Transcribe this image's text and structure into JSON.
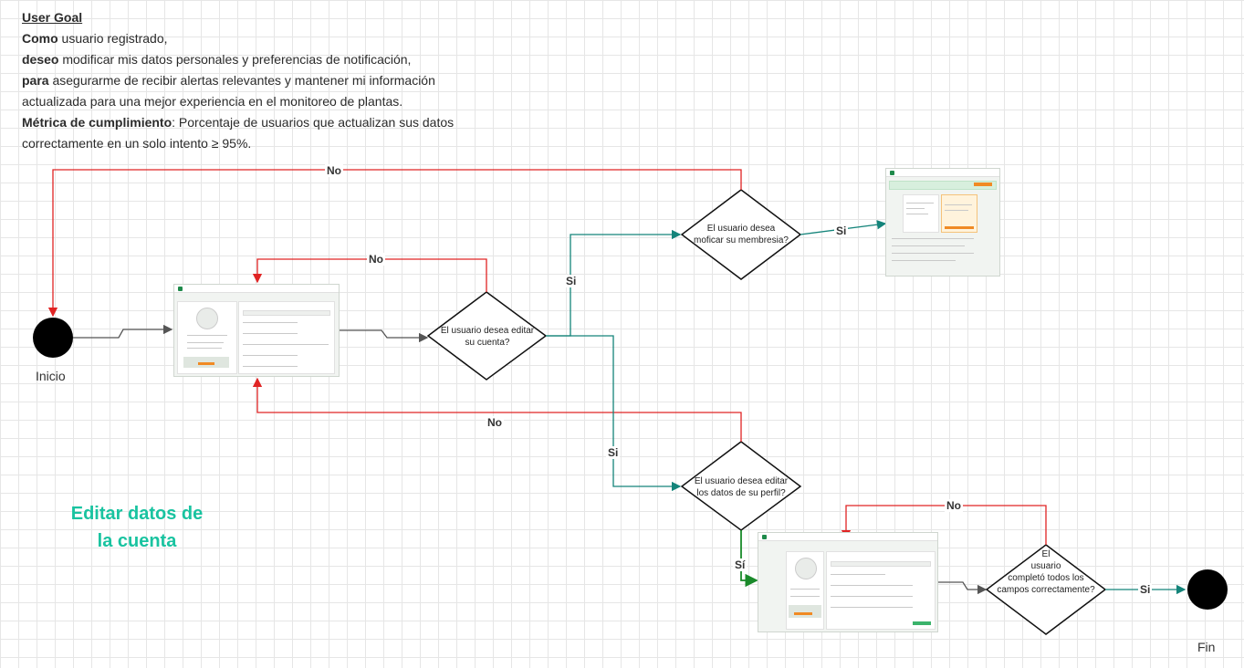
{
  "user_goal": {
    "title": "User Goal",
    "l1_bold": "Como",
    "l1": " usuario registrado,",
    "l2_bold": "deseo",
    "l2": " modificar mis datos personales y preferencias de notificación,",
    "l3_bold": "para",
    "l3": " asegurarme de recibir alertas relevantes y mantener mi información",
    "l4": "actualizada para una mejor experiencia en el monitoreo de plantas.",
    "l5_bold": "Métrica de cumplimiento",
    "l5": ": Porcentaje de usuarios que actualizan sus datos",
    "l6": "correctamente en un solo intento ≥ 95%."
  },
  "section_title_1": "Editar datos de",
  "section_title_2": "la cuenta",
  "terminals": {
    "start": "Inicio",
    "end": "Fin"
  },
  "decisions": {
    "d1_l1": "El usuario desea editar",
    "d1_l2": "su cuenta?",
    "d2_l1": "El usuario desea",
    "d2_l2": "moficar su membresia?",
    "d3_l1": "El usuario desea editar",
    "d3_l2": "los datos de su perfil?",
    "d4_l1": "El",
    "d4_l2": "usuario",
    "d4_l3": "completó todos los",
    "d4_l4": "campos correctamente?"
  },
  "edge_labels": {
    "no": "No",
    "si": "Si",
    "si_accent": "Sí"
  },
  "colors": {
    "red": "#e02424",
    "teal": "#14847a",
    "green": "#1a8a2a",
    "gray": "#555555",
    "accent": "#19c3a0"
  }
}
